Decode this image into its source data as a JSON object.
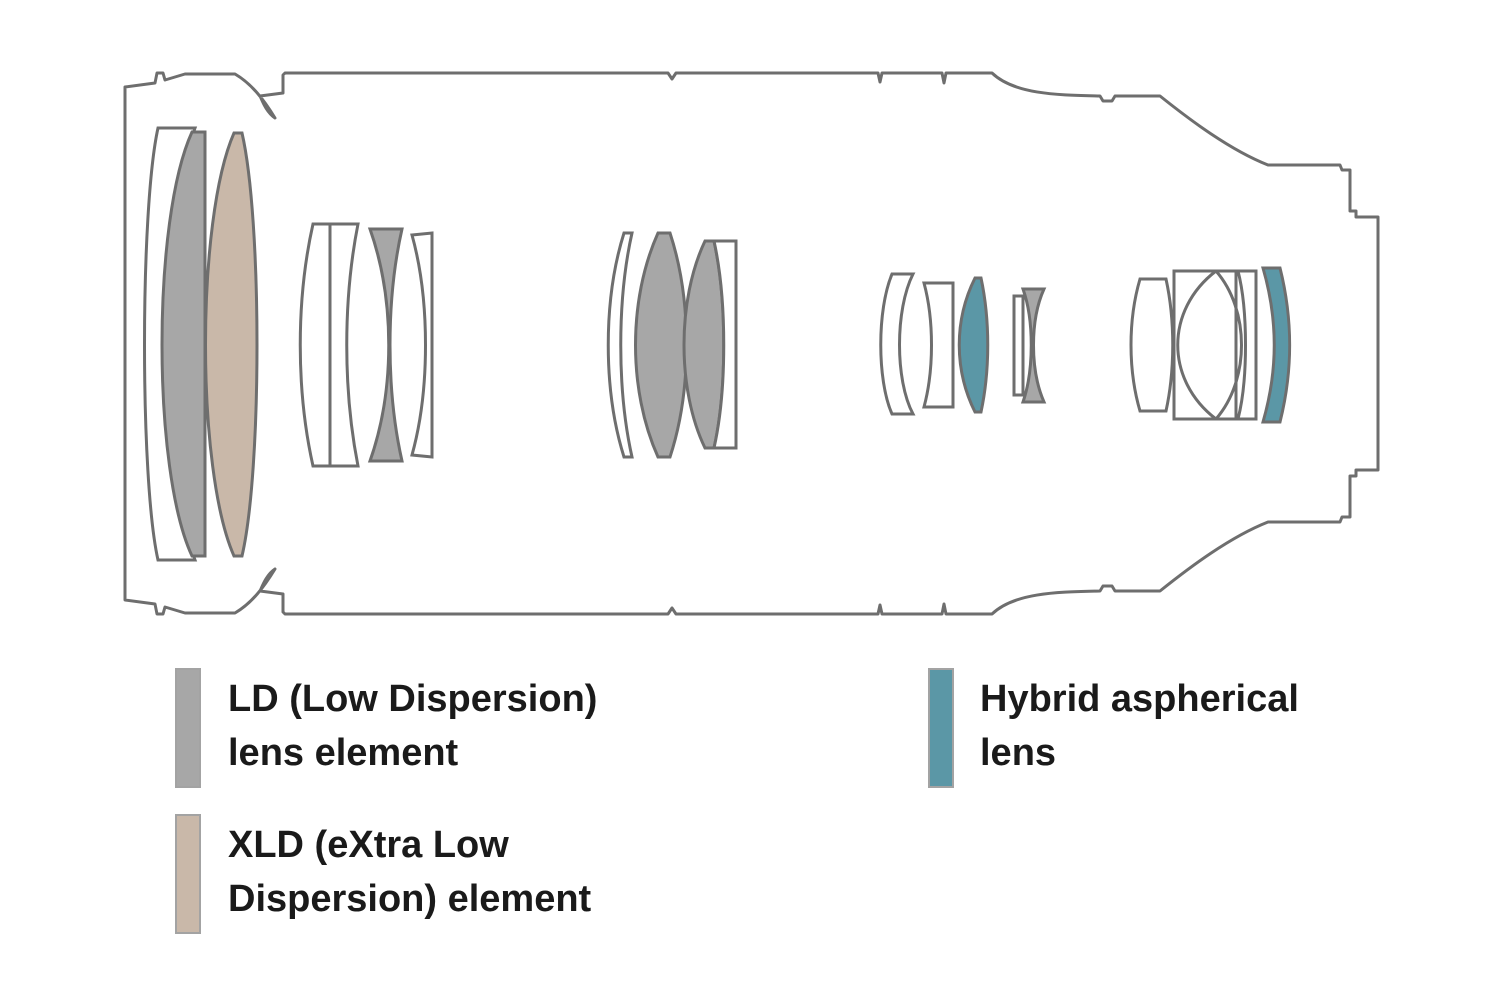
{
  "colors": {
    "background": "#ffffff",
    "outline": "#6e6e6e",
    "ld": "#a7a7a7",
    "xld": "#c9b8a9",
    "hybrid_aspherical": "#5b97a6",
    "plain_glass": "#ffffff"
  },
  "legend": [
    {
      "key": "ld",
      "lines": [
        "LD (Low Dispersion)",
        "lens element"
      ]
    },
    {
      "key": "xld",
      "lines": [
        "XLD (eXtra Low",
        "Dispersion) element"
      ]
    },
    {
      "key": "hybrid_aspherical",
      "lines": [
        "Hybrid aspherical",
        "lens"
      ]
    }
  ],
  "lens_groups": [
    {
      "group": 1,
      "elements": [
        "plain",
        "ld",
        "xld"
      ]
    },
    {
      "group": 2,
      "elements": [
        "plain",
        "plain",
        "ld",
        "plain"
      ]
    },
    {
      "group": 3,
      "elements": [
        "plain",
        "ld",
        "ld"
      ]
    },
    {
      "group": 4,
      "elements": [
        "plain",
        "plain",
        "hybrid_aspherical",
        "ld"
      ]
    },
    {
      "group": 5,
      "elements": [
        "plain",
        "plain",
        "plain",
        "hybrid_aspherical"
      ]
    }
  ]
}
